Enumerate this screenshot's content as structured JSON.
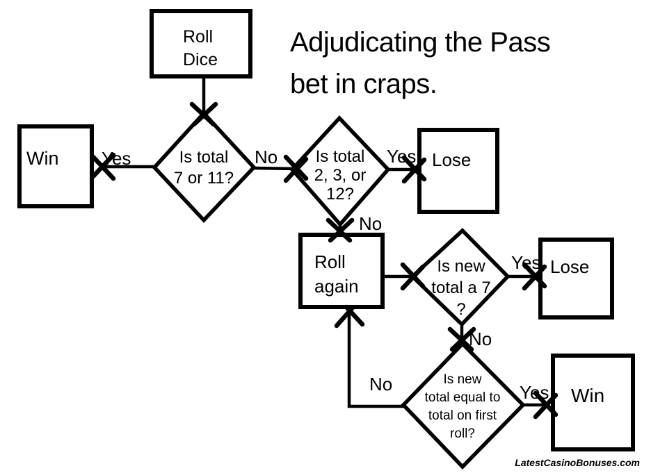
{
  "title": {
    "line1": "Adjudicating the Pass",
    "line2": "bet in craps."
  },
  "nodes": {
    "roll_dice": {
      "lines": [
        "Roll",
        "Dice"
      ]
    },
    "win_comeout": {
      "label": "Win"
    },
    "lose_comeout": {
      "label": "Lose"
    },
    "roll_again": {
      "lines": [
        "Roll",
        "again"
      ]
    },
    "lose_seven": {
      "label": "Lose"
    },
    "win_point": {
      "label": "Win"
    }
  },
  "decisions": {
    "total_7_11": {
      "lines": [
        "Is total",
        "7 or 11?"
      ]
    },
    "total_2_3_12": {
      "lines": [
        "Is total",
        "2, 3, or",
        "12?"
      ]
    },
    "new_total_7": {
      "lines": [
        "Is new",
        "total a 7",
        "?"
      ]
    },
    "new_total_equals_first": {
      "lines": [
        "Is new",
        "total equal to",
        "total on first",
        "roll?"
      ]
    }
  },
  "edge_labels": {
    "d1_yes": "Yes",
    "d1_no": "No",
    "d2_yes": "Yes",
    "d2_no": "No",
    "d3_yes": "Yes",
    "d3_no": "No",
    "d4_yes": "Yes",
    "d4_no": "No"
  },
  "watermark": "LatestCasinoBonuses.com",
  "colors": {
    "ink": "#000000",
    "background": "#ffffff"
  }
}
